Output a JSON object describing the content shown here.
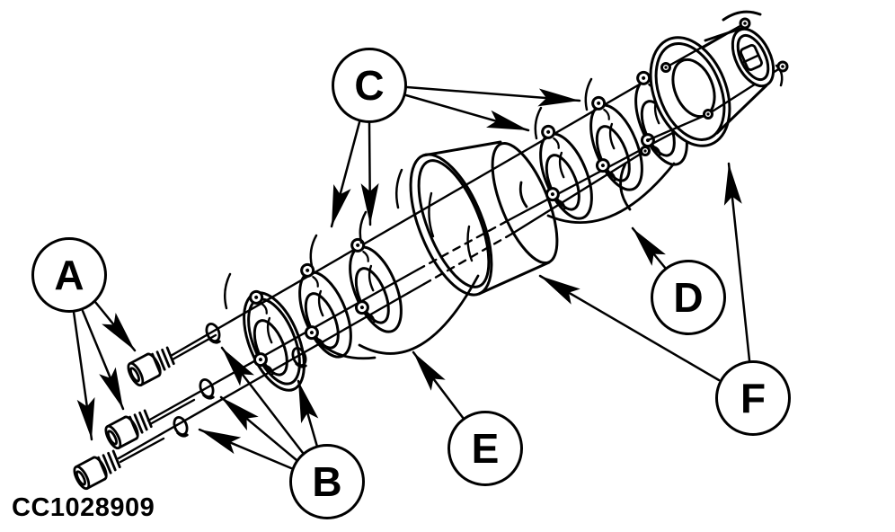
{
  "colors": {
    "ink": "#000000",
    "paper": "#ffffff"
  },
  "figure": {
    "part_code": "CC1028909"
  },
  "callouts": [
    {
      "label": "A"
    },
    {
      "label": "B"
    },
    {
      "label": "C"
    },
    {
      "label": "D"
    },
    {
      "label": "E"
    },
    {
      "label": "F"
    }
  ]
}
